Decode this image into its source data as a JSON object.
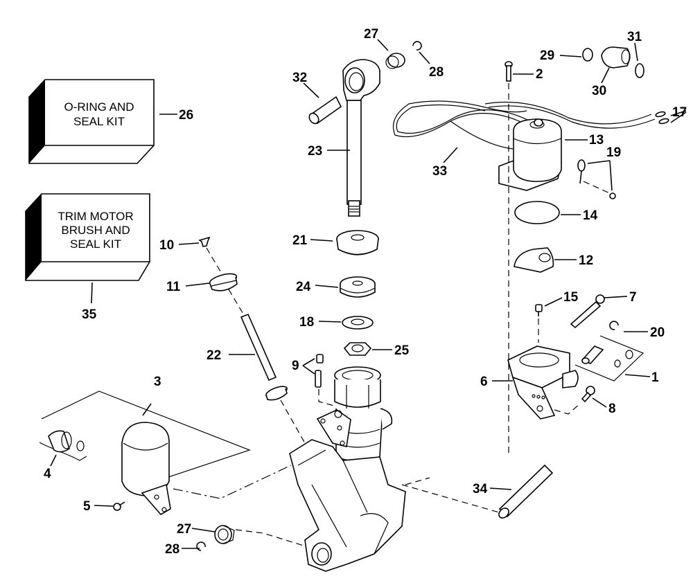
{
  "diagram": {
    "title": "Power Trim/Tilt Exploded Parts Diagram",
    "kits": [
      {
        "id": "26",
        "lines": [
          "O-RING AND",
          "SEAL KIT"
        ]
      },
      {
        "id": "35",
        "lines": [
          "TRIM MOTOR",
          "BRUSH AND",
          "SEAL KIT"
        ]
      }
    ],
    "callouts": {
      "c1": "1",
      "c2": "2",
      "c3": "3",
      "c4": "4",
      "c5": "5",
      "c6": "6",
      "c7": "7",
      "c8": "8",
      "c9": "9",
      "c10": "10",
      "c11": "11",
      "c12": "12",
      "c13": "13",
      "c14": "14",
      "c15": "15",
      "c17": "17",
      "c18": "18",
      "c19": "19",
      "c20": "20",
      "c21": "21",
      "c22": "22",
      "c23": "23",
      "c24": "24",
      "c25": "25",
      "c26": "26",
      "c27a": "27",
      "c27b": "27",
      "c28a": "28",
      "c28b": "28",
      "c29": "29",
      "c30": "30",
      "c31": "31",
      "c32": "32",
      "c33": "33",
      "c34": "34",
      "c35": "35"
    }
  }
}
